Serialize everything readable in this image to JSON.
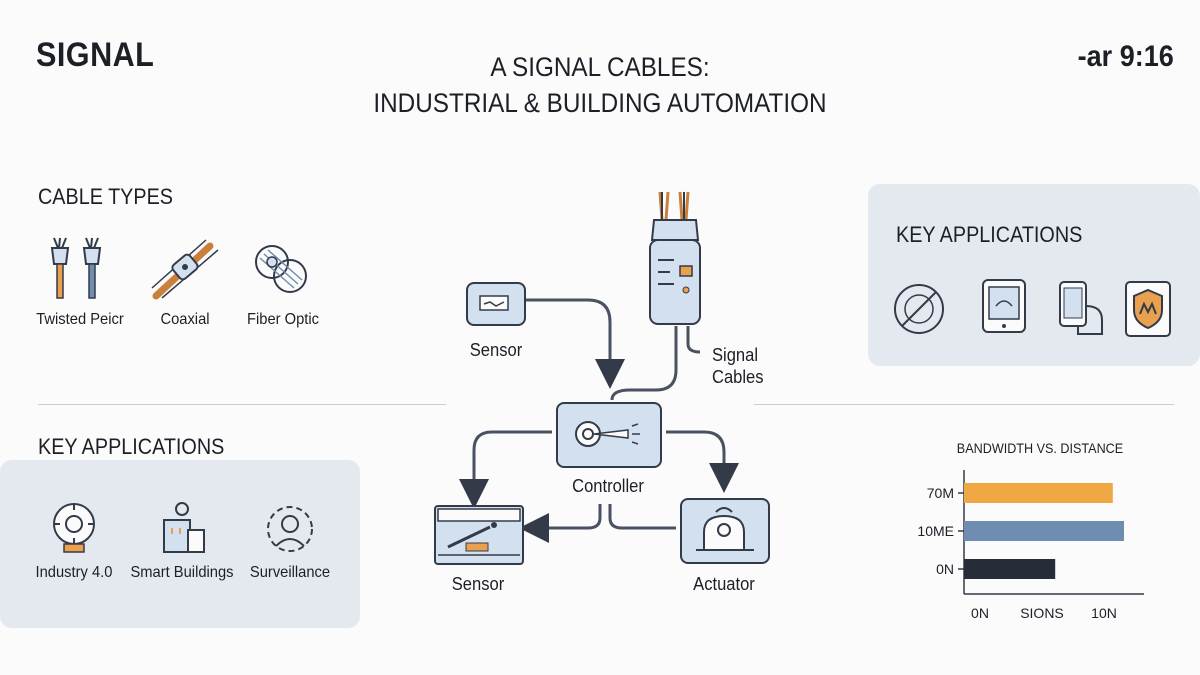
{
  "header": {
    "corner_title": "SIGNAL",
    "title_line1": "A SIGNAL CABLES:",
    "title_line2": "INDUSTRIAL & BUILDING AUTOMATION",
    "corner_ratio": "-ar 9:16"
  },
  "cable_types": {
    "title": "CABLE TYPES",
    "items": [
      {
        "label": "Twisted Peicr",
        "icon": "twisted-pair-icon"
      },
      {
        "label": "Coaxial",
        "icon": "coaxial-icon"
      },
      {
        "label": "Fiber Optic",
        "icon": "fiber-optic-icon"
      }
    ]
  },
  "applications_left": {
    "title": "KEY APPLICATIONS",
    "items": [
      {
        "label": "Industry 4.0",
        "icon": "factory-icon"
      },
      {
        "label": "Smart Buildings",
        "icon": "building-icon"
      },
      {
        "label": "Surveillance",
        "icon": "camera-icon"
      }
    ]
  },
  "applications_right": {
    "title": "KEY APPLICATIONS",
    "icons": [
      "gauge-icon",
      "tablet-icon",
      "phone-icon",
      "shield-icon"
    ]
  },
  "diagram": {
    "nodes": {
      "sensor_top": "Sensor",
      "signal_cables": "Signal\nCables",
      "controller": "Controller",
      "sensor_bottom": "Sensor",
      "actuator": "Actuator"
    }
  },
  "chart_data": {
    "type": "bar",
    "orientation": "horizontal",
    "title": "BANDWIDTH VS. DISTANCE",
    "categories": [
      "70M",
      "10ME",
      "0N"
    ],
    "values": [
      0.93,
      1.0,
      0.57
    ],
    "colors": [
      "#f0a844",
      "#6f8db0",
      "#262c38"
    ],
    "xticks": [
      "0N",
      "SIONS",
      "10N"
    ],
    "legend": "none",
    "grid": false
  },
  "colors": {
    "panel": "#e4e9f0",
    "box_fill": "#d3e0ef",
    "accent_orange": "#e9a150",
    "stroke": "#343b48"
  }
}
